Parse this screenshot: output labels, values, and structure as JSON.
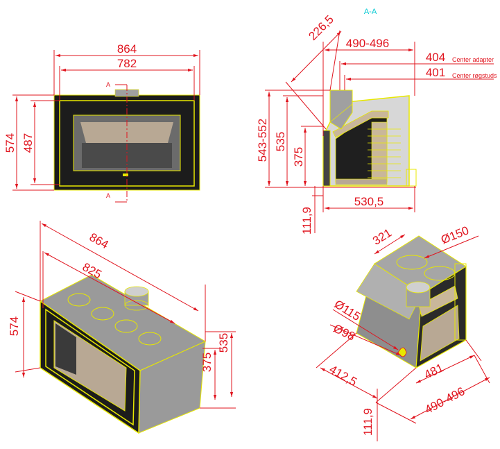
{
  "section_label": "A-A",
  "section_marker": "A",
  "colors": {
    "dimension": "#e0141e",
    "outline": "#e8e800",
    "section_label": "#00c8d2",
    "body": "#1c1c1c",
    "steel": "#9a9a9a",
    "firebrick": "#b8a894"
  },
  "front_view": {
    "width_outer": "864",
    "width_inner": "782",
    "height_outer": "574",
    "height_inner": "487"
  },
  "section_view": {
    "angle": "226,5",
    "depth_top": "490-496",
    "center_adapter_value": "404",
    "center_adapter_label": "Center adapter",
    "center_roegstuds_value": "401",
    "center_roegstuds_label": "Center røgstuds",
    "height_total": "543-552",
    "height_body": "535",
    "height_door": "375",
    "depth_bottom": "530,5",
    "foot": "111,9"
  },
  "iso_front": {
    "width_outer": "864",
    "width_inner": "825",
    "height_outer": "574",
    "height_side": "535",
    "height_inner": "375"
  },
  "iso_rear": {
    "top": "321",
    "diameter_top": "Ø150",
    "diameter_outer": "Ø115",
    "diameter_inner": "Ø98",
    "depth_left": "412,5",
    "depth_bottom": "481",
    "depth_total": "490-496",
    "foot": "111,9"
  }
}
